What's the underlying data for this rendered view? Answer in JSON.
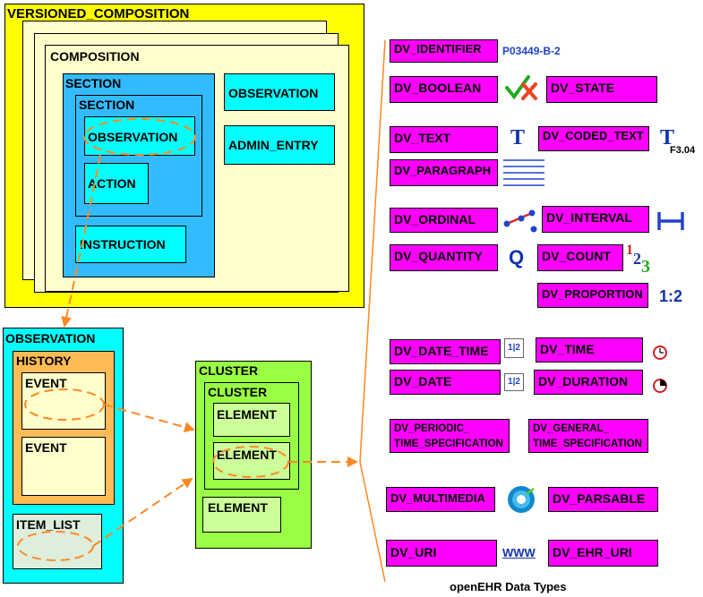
{
  "model": {
    "versioned_composition": "VERSIONED_COMPOSITION",
    "composition": "COMPOSITION",
    "section_outer": "SECTION",
    "section_inner": "SECTION",
    "observation_in_section": "OBSERVATION",
    "action": "ACTION",
    "instruction": "INSTRUCTION",
    "observation_side": "OBSERVATION",
    "admin_entry": "ADMIN_ENTRY"
  },
  "observation_detail": {
    "title": "OBSERVATION",
    "history": "HISTORY",
    "event1": "EVENT",
    "event2": "EVENT",
    "item_list": "ITEM_LIST"
  },
  "cluster_detail": {
    "cluster_outer": "CLUSTER",
    "cluster_inner": "CLUSTER",
    "element1": "ELEMENT",
    "element2": "ELEMENT",
    "element3": "ELEMENT"
  },
  "data_types": {
    "identifier": "DV_IDENTIFIER",
    "identifier_example": "P03449-B-2",
    "boolean": "DV_BOOLEAN",
    "state": "DV_STATE",
    "text": "DV_TEXT",
    "text_icon": "T",
    "coded_text": "DV_CODED_TEXT",
    "coded_icon": "T",
    "coded_code": "F3.04",
    "paragraph": "DV_PARAGRAPH",
    "ordinal": "DV_ORDINAL",
    "interval": "DV_INTERVAL",
    "quantity": "DV_QUANTITY",
    "quantity_icon": "Q",
    "count": "DV_COUNT",
    "count_1": "1",
    "count_2": "2",
    "count_3": "3",
    "proportion": "DV_PROPORTION",
    "proportion_icon": "1:2",
    "date_time": "DV_DATE_TIME",
    "time": "DV_TIME",
    "date": "DV_DATE",
    "duration": "DV_DURATION",
    "periodic_line1": "DV_PERIODIC_",
    "periodic_line2": "TIME_SPECIFICATION",
    "general_line1": "DV_GENERAL_",
    "general_line2": "TIME_SPECIFICATION",
    "multimedia": "DV_MULTIMEDIA",
    "parsable": "DV_PARSABLE",
    "uri": "DV_URI",
    "uri_icon": "WWW",
    "ehr_uri": "DV_EHR_URI",
    "calendar_icon": "1|2"
  },
  "caption": "openEHR Data Types",
  "colors": {
    "yellow": "#ffff00",
    "cream": "#ffffcc",
    "blue": "#33bbff",
    "cyan": "#00ffff",
    "orange": "#ffbb55",
    "green": "#99ff44",
    "magenta": "#ff00ff",
    "arrow": "#ff8822"
  }
}
